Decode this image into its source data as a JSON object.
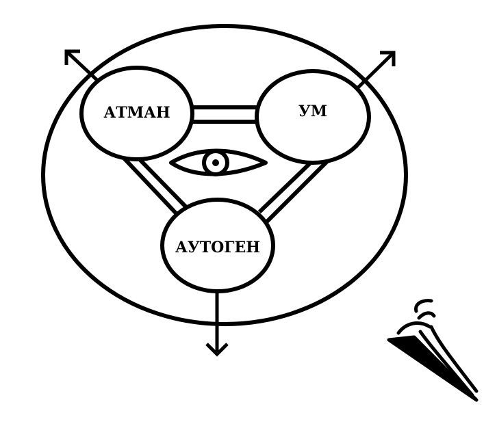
{
  "diagram": {
    "nodes": {
      "atman": {
        "label": "АТМАН"
      },
      "um": {
        "label": "УМ"
      },
      "autogen": {
        "label": "АУТОГЕН"
      }
    },
    "icons": {
      "center": "eye-icon",
      "corner": "stylized-eye-icon"
    },
    "colors": {
      "stroke": "#000000",
      "background": "#ffffff"
    }
  }
}
